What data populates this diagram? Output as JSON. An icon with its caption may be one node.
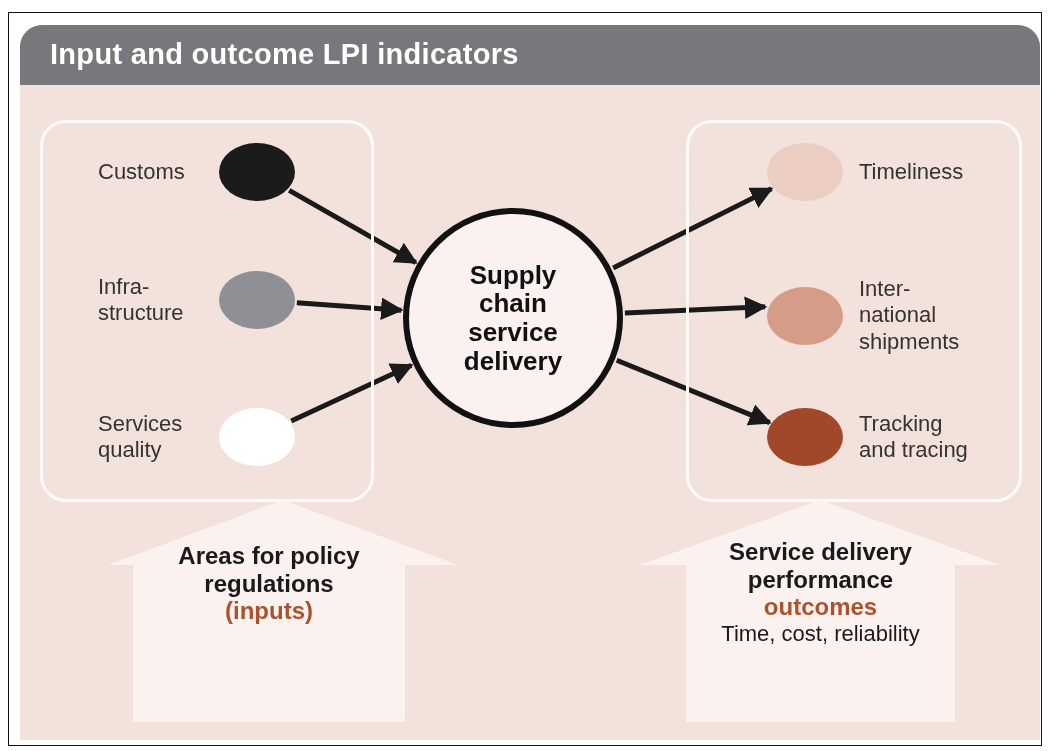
{
  "diagram": {
    "title": "Input and outcome LPI indicators",
    "nodes": [
      {
        "text": [],
        "shape": "box"
      },
      {
        "text": [
          "Customs"
        ],
        "in": 0
      },
      {
        "text": [
          "Infra- structure"
        ],
        "in": 0
      },
      {
        "text": [
          "Services quality"
        ],
        "in": 0
      },
      {
        "text": [
          "Supply chain service delivery"
        ]
      },
      {
        "text": [],
        "shape": "box"
      },
      {
        "text": [
          "Timeliness"
        ],
        "in": 5
      },
      {
        "text": [
          "Inter- national shipments"
        ],
        "in": 5
      },
      {
        "text": [
          "Tracking and tracing"
        ],
        "in": 5
      },
      {
        "text": [
          "Areas for policy regulations",
          "(inputs)"
        ]
      },
      {
        "text": [
          "Service delivery performance",
          "outcomes",
          "Time, cost, reliability"
        ]
      }
    ],
    "edges": [
      {
        "from": 1,
        "to": 4,
        "arrow": "to"
      },
      {
        "from": 2,
        "to": 4,
        "arrow": "to"
      },
      {
        "from": 3,
        "to": 4,
        "arrow": "to"
      },
      {
        "from": 4,
        "to": 6,
        "arrow": "to"
      },
      {
        "from": 4,
        "to": 7,
        "arrow": "to"
      },
      {
        "from": 4,
        "to": 8,
        "arrow": "to"
      }
    ]
  }
}
